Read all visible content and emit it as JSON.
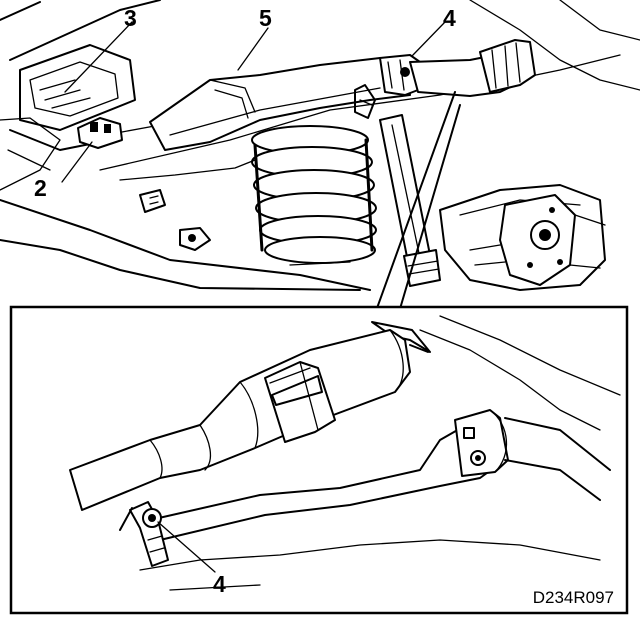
{
  "callouts": {
    "label_2": "2",
    "label_3": "3",
    "label_4_top": "4",
    "label_5": "5",
    "label_4_detail": "4"
  },
  "figure_code": "D234R097"
}
